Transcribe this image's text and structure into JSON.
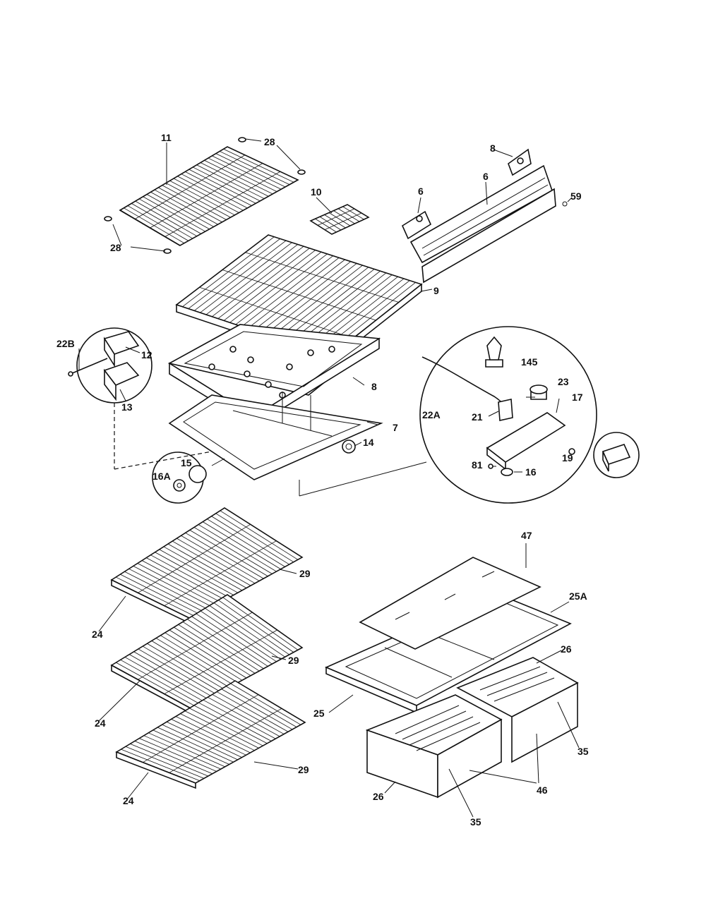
{
  "diagram": {
    "labels": {
      "p11": "11",
      "p28a": "28",
      "p28b": "28",
      "p10": "10",
      "p8": "8",
      "p6a": "6",
      "p6b": "6",
      "p59": "59",
      "p9": "9",
      "p22b": "22B",
      "p12": "12",
      "p13": "13",
      "p8b": "8",
      "p7": "7",
      "p14": "14",
      "p15": "15",
      "p16a": "16A",
      "p145": "145",
      "p23": "23",
      "p22a": "22A",
      "p21": "21",
      "p17": "17",
      "p81": "81",
      "p16": "16",
      "p19": "19",
      "p47": "47",
      "p25a": "25A",
      "p26a": "26",
      "p25": "25",
      "p35a": "35",
      "p46": "46",
      "p26b": "26",
      "p35b": "35",
      "p29a": "29",
      "p24a": "24",
      "p29b": "29",
      "p24b": "24",
      "p29c": "29",
      "p24c": "24"
    }
  }
}
